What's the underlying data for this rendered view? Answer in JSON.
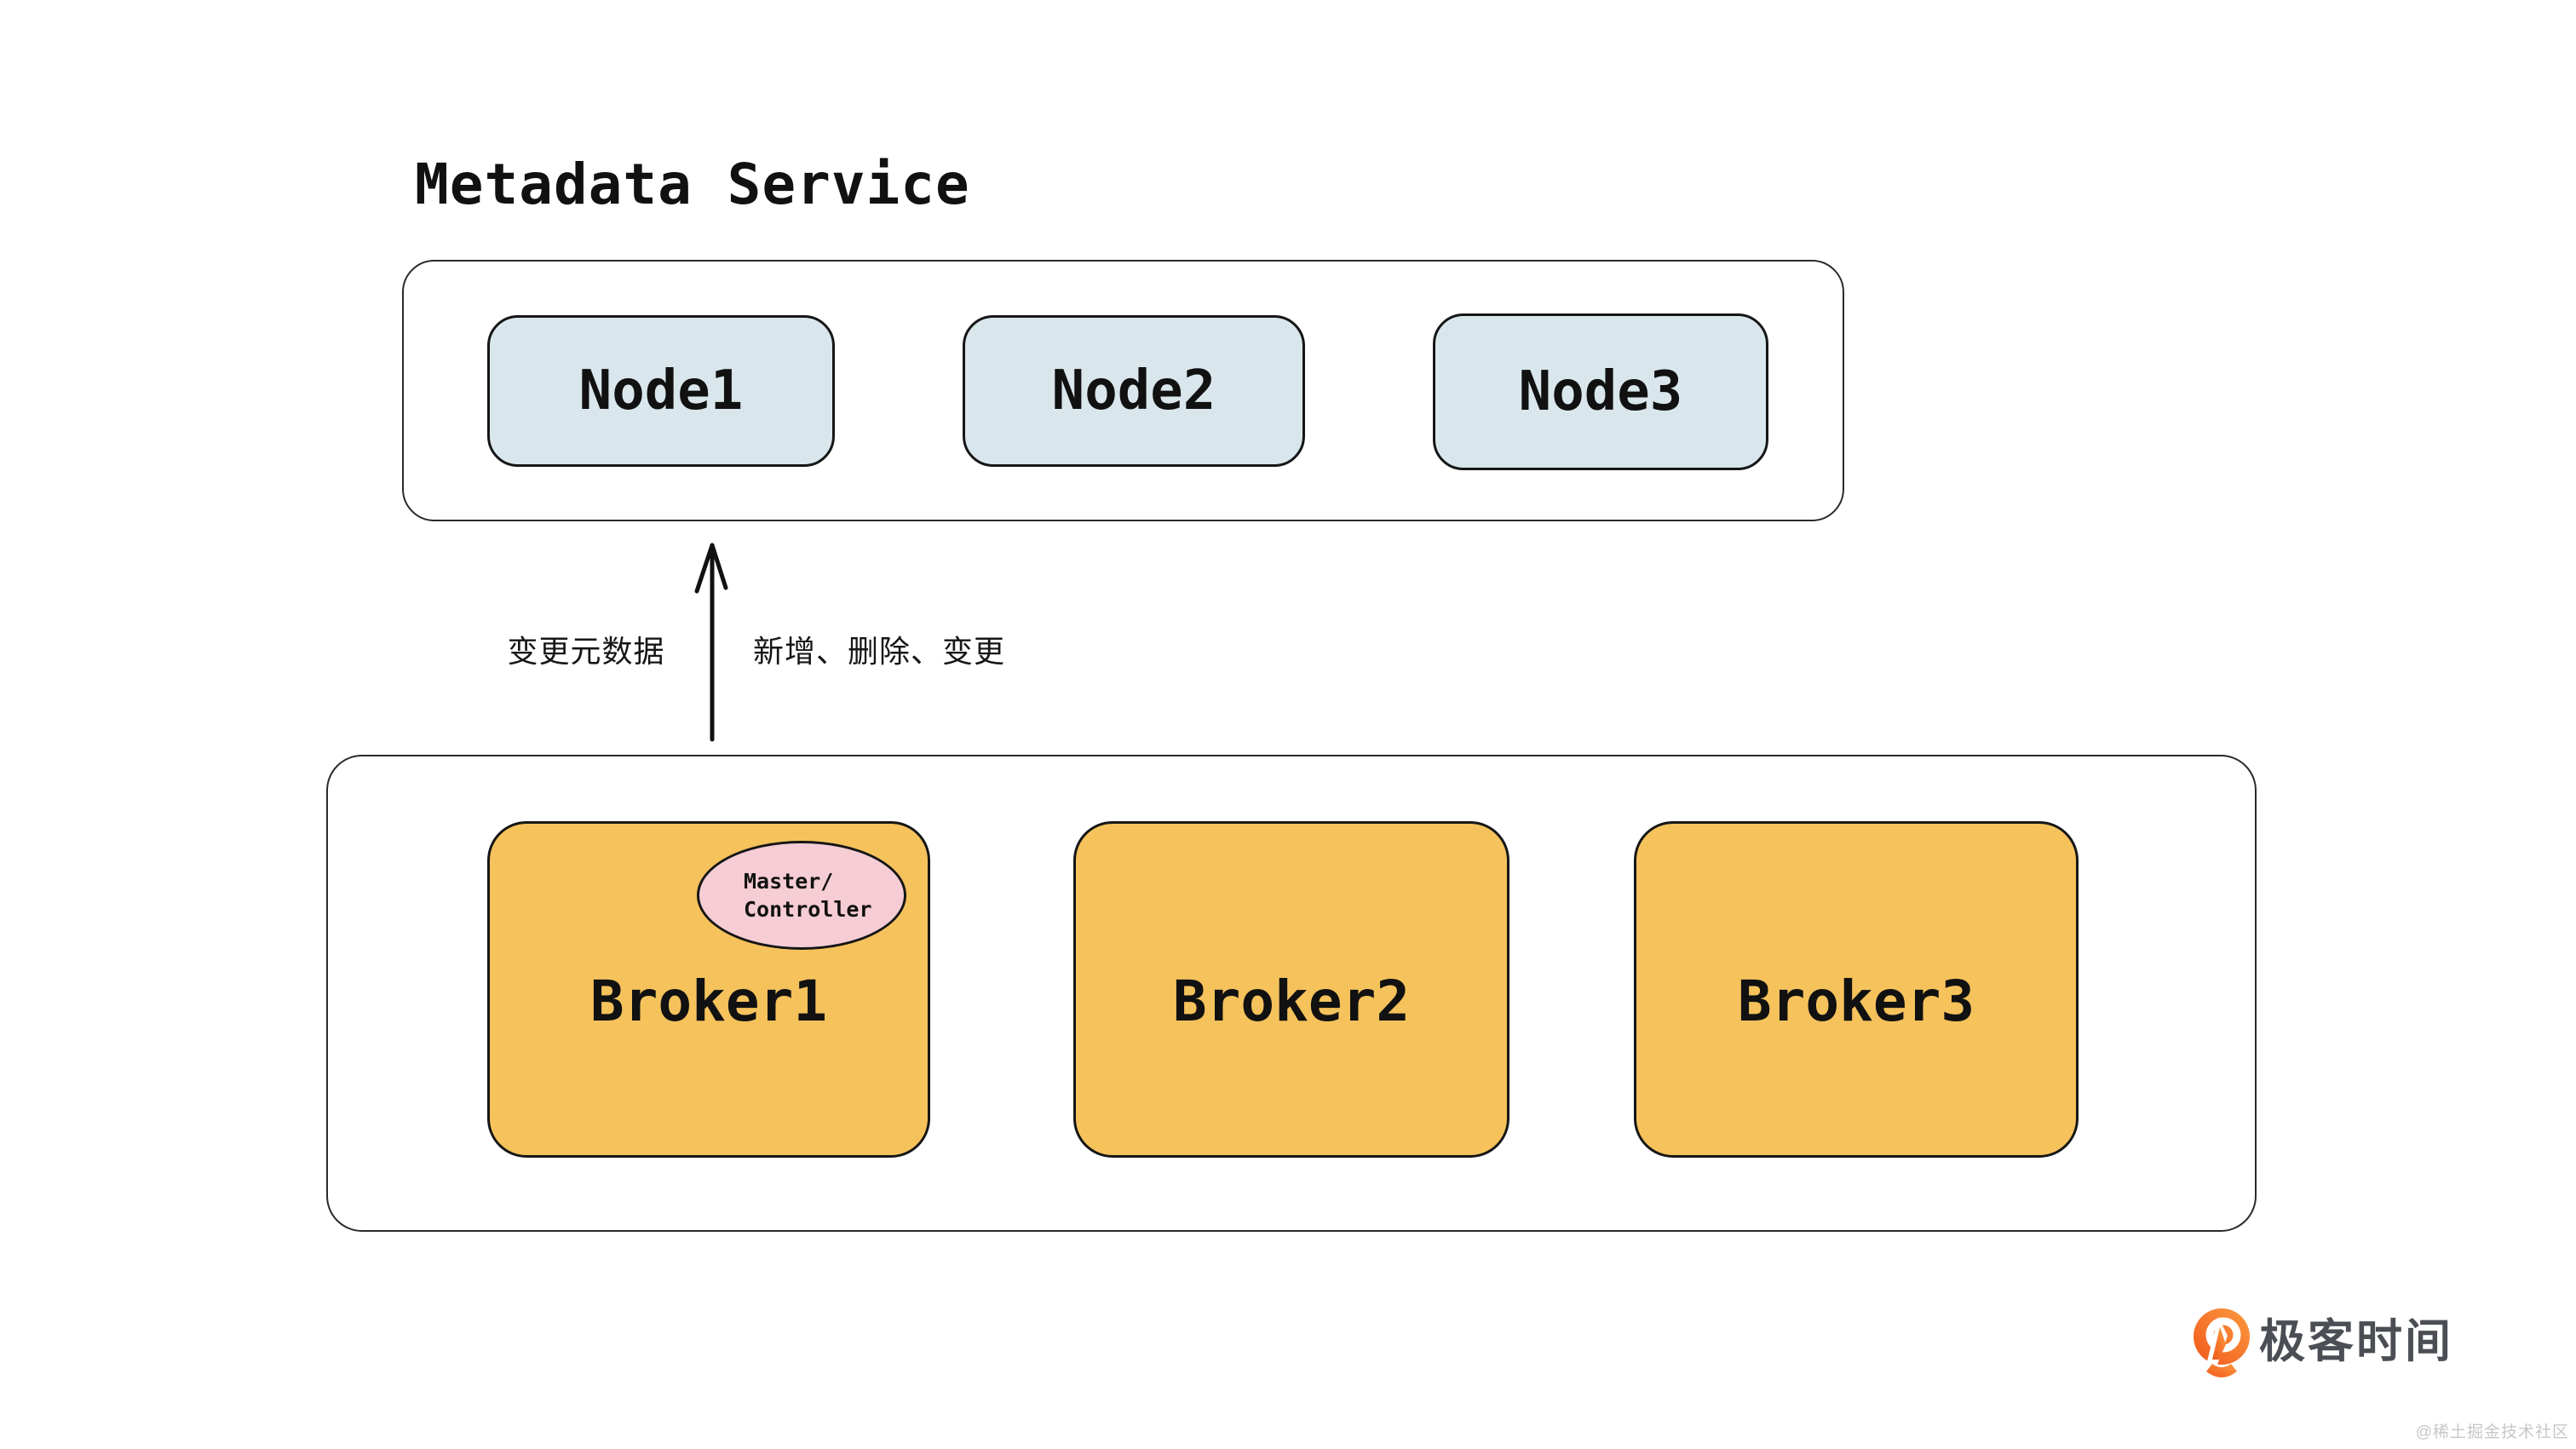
{
  "title": "Metadata Service",
  "colors": {
    "node_fill": "#d9e7ed",
    "broker_fill": "#f5c25c",
    "badge_fill": "#f6cdd5",
    "stroke": "#1a1a1a",
    "logo_orange": "#f2671c",
    "logo_text": "#4b4e54",
    "watermark": "#c7c7c7"
  },
  "metadata_service": {
    "nodes": [
      {
        "label": "Node1"
      },
      {
        "label": "Node2"
      },
      {
        "label": "Node3"
      }
    ]
  },
  "arrow_labels": {
    "left": "变更元数据",
    "right": "新增、删除、变更"
  },
  "broker_cluster": {
    "brokers": [
      {
        "label": "Broker1"
      },
      {
        "label": "Broker2"
      },
      {
        "label": "Broker3"
      }
    ],
    "master_badge": {
      "line1": "Master/",
      "line2": "Controller"
    }
  },
  "footer": {
    "brand": "极客时间",
    "watermark": "@稀土掘金技术社区"
  }
}
